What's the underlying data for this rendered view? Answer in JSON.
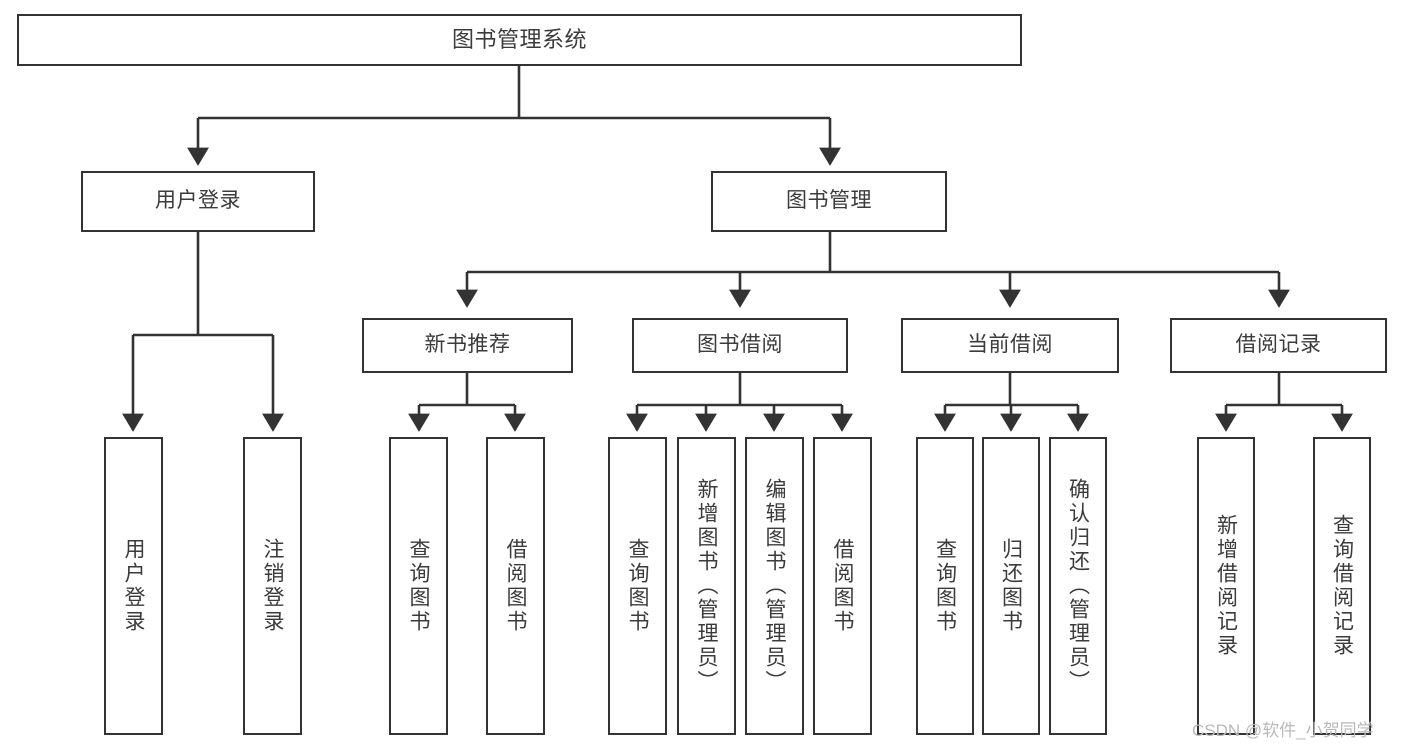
{
  "diagram": {
    "title": "图书管理系统",
    "type": "tree-hierarchy-diagram",
    "colors": {
      "box_border": "#333333",
      "box_fill": "#ffffff",
      "edge": "#333333",
      "text": "#3b3b3b",
      "watermark": "#b9b9b9"
    },
    "root": {
      "label": "图书管理系统"
    },
    "level2": [
      {
        "label": "用户登录"
      },
      {
        "label": "图书管理"
      }
    ],
    "level3": [
      {
        "label": "新书推荐"
      },
      {
        "label": "图书借阅"
      },
      {
        "label": "当前借阅"
      },
      {
        "label": "借阅记录"
      }
    ],
    "leaves": {
      "user_login": [
        {
          "label": "用户登录"
        },
        {
          "label": "注销登录"
        }
      ],
      "new_book_recommend": [
        {
          "label": "查询图书"
        },
        {
          "label": "借阅图书"
        }
      ],
      "book_borrow": [
        {
          "label": "查询图书"
        },
        {
          "label": "新增图书（管理员）"
        },
        {
          "label": "编辑图书（管理员）"
        },
        {
          "label": "借阅图书"
        }
      ],
      "current_borrow": [
        {
          "label": "查询图书"
        },
        {
          "label": "归还图书"
        },
        {
          "label": "确认归还（管理员）"
        }
      ],
      "borrow_record": [
        {
          "label": "新增借阅记录"
        },
        {
          "label": "查询借阅记录"
        }
      ]
    }
  },
  "watermark": {
    "text": "CSDN @软件_小贺同学"
  }
}
